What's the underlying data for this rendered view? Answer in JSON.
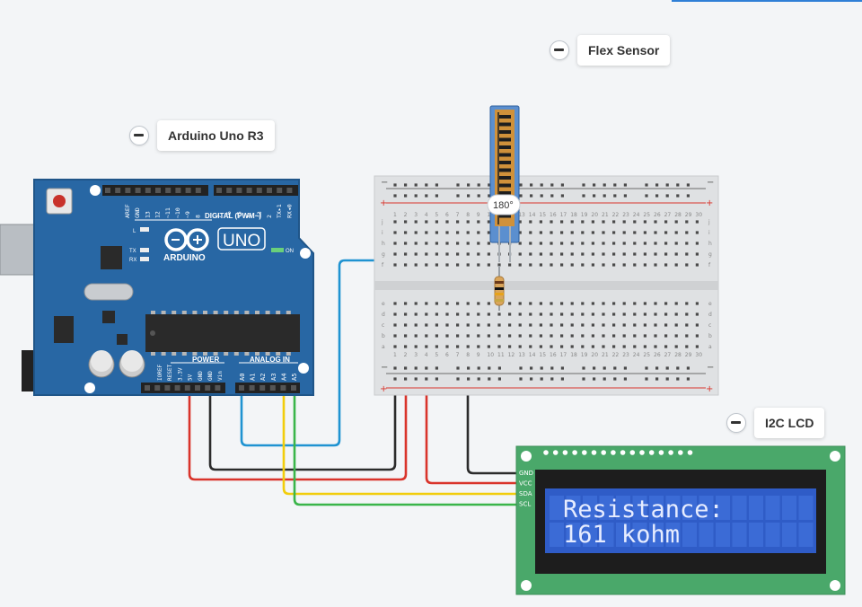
{
  "components": {
    "arduino": {
      "label": "Arduino Uno R3",
      "brand": "ARDUINO",
      "model": "UNO",
      "digital_header": "DIGITAL (PWM~)",
      "power_header": "POWER",
      "analog_header": "ANALOG IN",
      "on_label": "ON",
      "led_l": "L",
      "led_tx": "TX",
      "led_rx": "RX",
      "digital_pins": [
        "AREF",
        "GND",
        "13",
        "12",
        "~11",
        "~10",
        "~9",
        "8",
        "7",
        "~6",
        "~5",
        "4",
        "~3",
        "2",
        "TX▸1",
        "RX◂0"
      ],
      "power_pins": [
        "IOREF",
        "RESET",
        "3.3V",
        "5V",
        "GND",
        "GND",
        "Vin"
      ],
      "analog_pins": [
        "A0",
        "A1",
        "A2",
        "A3",
        "A4",
        "A5"
      ],
      "colors": {
        "board": "#2867a4",
        "board_dark": "#1f5588"
      }
    },
    "flex_sensor": {
      "label": "Flex Sensor",
      "angle": "180°"
    },
    "breadboard": {
      "columns": 30,
      "rows_top": [
        "j",
        "i",
        "h",
        "g",
        "f"
      ],
      "rows_bottom": [
        "e",
        "d",
        "c",
        "b",
        "a"
      ]
    },
    "lcd": {
      "label": "I2C LCD",
      "pins": [
        "GND",
        "VCC",
        "SDA",
        "SCL"
      ],
      "line1": "Resistance:",
      "line2": "161 kohm",
      "colors": {
        "pcb": "#4aa86a",
        "screen": "#2f5cc7",
        "text": "#e6ecff"
      }
    }
  },
  "wire_colors": {
    "red": "#d9342b",
    "black": "#2b2b2b",
    "blue": "#1f93d1",
    "yellow": "#f2cd0c",
    "green": "#3ab54a"
  },
  "icons": {
    "collapse": "minus-circle-icon"
  }
}
